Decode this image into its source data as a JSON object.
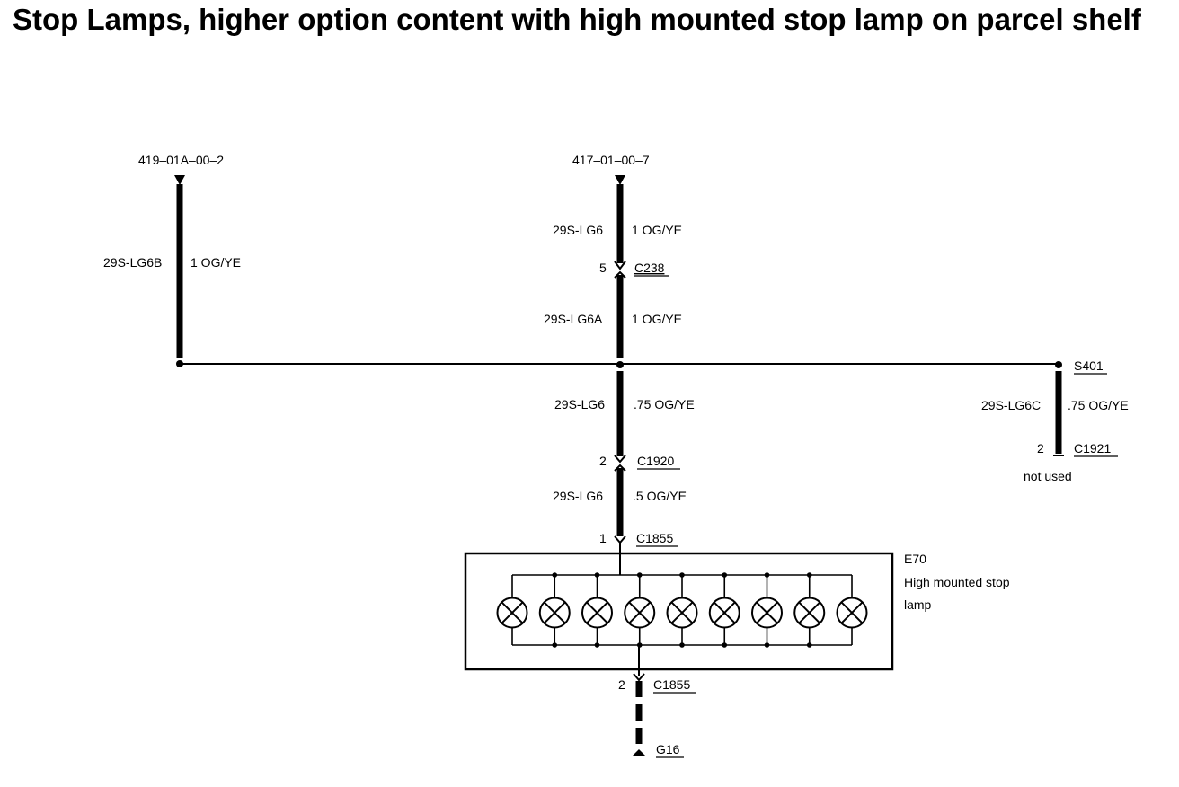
{
  "title": "Stop Lamps, higher option content with high mounted stop lamp on parcel shelf",
  "refs": {
    "left": "419–01A–00–2",
    "center": "417–01–00–7"
  },
  "wires": {
    "left": {
      "circuit": "29S-LG6B",
      "spec": "1 OG/YE"
    },
    "top_center": {
      "circuit": "29S-LG6",
      "spec": "1 OG/YE"
    },
    "center_mid": {
      "circuit": "29S-LG6A",
      "spec": "1 OG/YE"
    },
    "center_low": {
      "circuit": "29S-LG6",
      "spec": ".75 OG/YE"
    },
    "center_bottom": {
      "circuit": "29S-LG6",
      "spec": ".5 OG/YE"
    },
    "right": {
      "circuit": "29S-LG6C",
      "spec": ".75 OG/YE"
    }
  },
  "connectors": {
    "c238": {
      "pin": "5",
      "name": "C238"
    },
    "c1920": {
      "pin": "2",
      "name": "C1920"
    },
    "c1855_in": {
      "pin": "1",
      "name": "C1855"
    },
    "c1855_out": {
      "pin": "2",
      "name": "C1855"
    },
    "c1921": {
      "pin": "2",
      "name": "C1921",
      "note": "not used"
    }
  },
  "splice": {
    "name": "S401"
  },
  "ground": {
    "name": "G16"
  },
  "component": {
    "id": "E70",
    "name_line1": "High mounted stop",
    "name_line2": "lamp",
    "lamp_count": 9
  }
}
